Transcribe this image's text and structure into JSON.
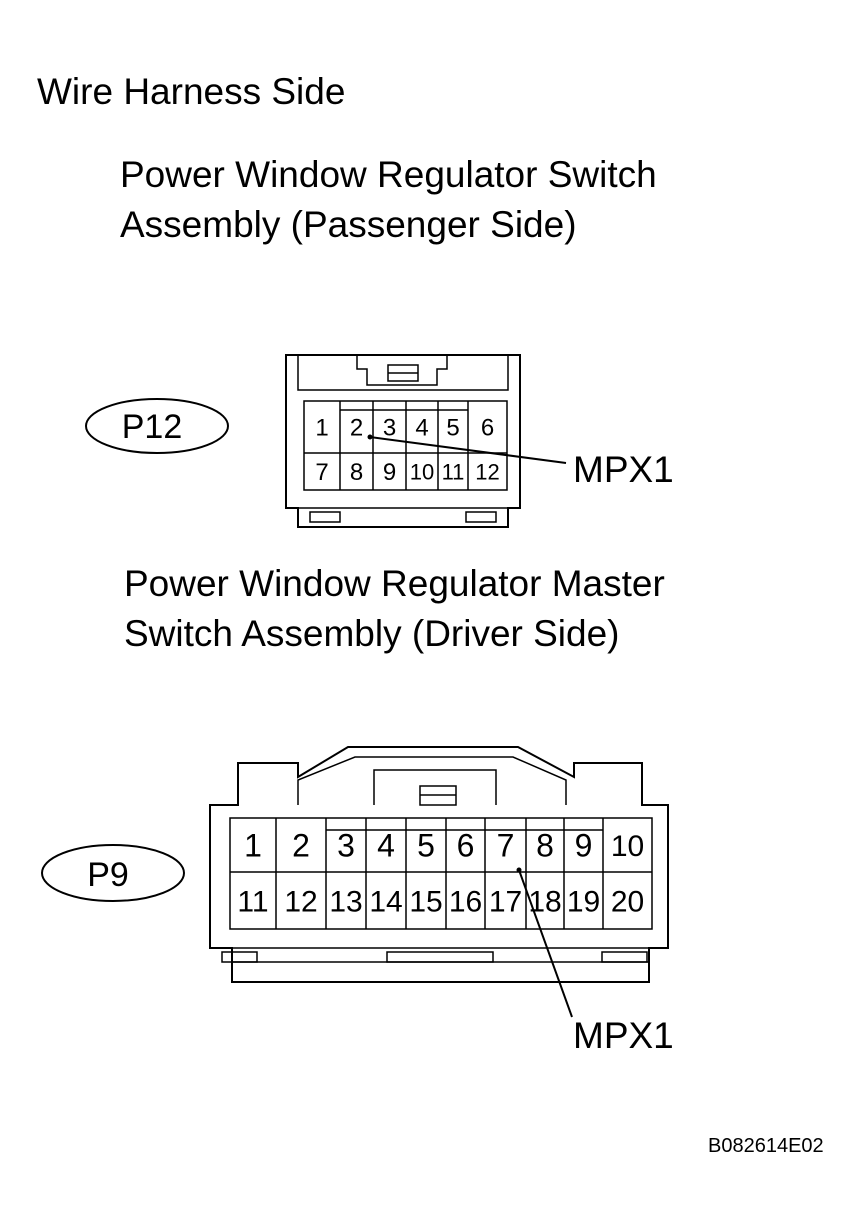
{
  "heading": "Wire Harness Side",
  "figure_code": "B082614E02",
  "connector_1": {
    "title_line1": "Power Window Regulator Switch",
    "title_line2": "Assembly (Passenger Side)",
    "code": "P12",
    "signal_label": "MPX1",
    "pins_row1": [
      "1",
      "2",
      "3",
      "4",
      "5",
      "6"
    ],
    "pins_row2": [
      "7",
      "8",
      "9",
      "10",
      "11",
      "12"
    ]
  },
  "connector_2": {
    "title_line1": "Power Window Regulator Master",
    "title_line2": "Switch Assembly (Driver Side)",
    "code": "P9",
    "signal_label": "MPX1",
    "pins_row1": [
      "1",
      "2",
      "3",
      "4",
      "5",
      "6",
      "7",
      "8",
      "9",
      "10"
    ],
    "pins_row2": [
      "11",
      "12",
      "13",
      "14",
      "15",
      "16",
      "17",
      "18",
      "19",
      "20"
    ]
  }
}
